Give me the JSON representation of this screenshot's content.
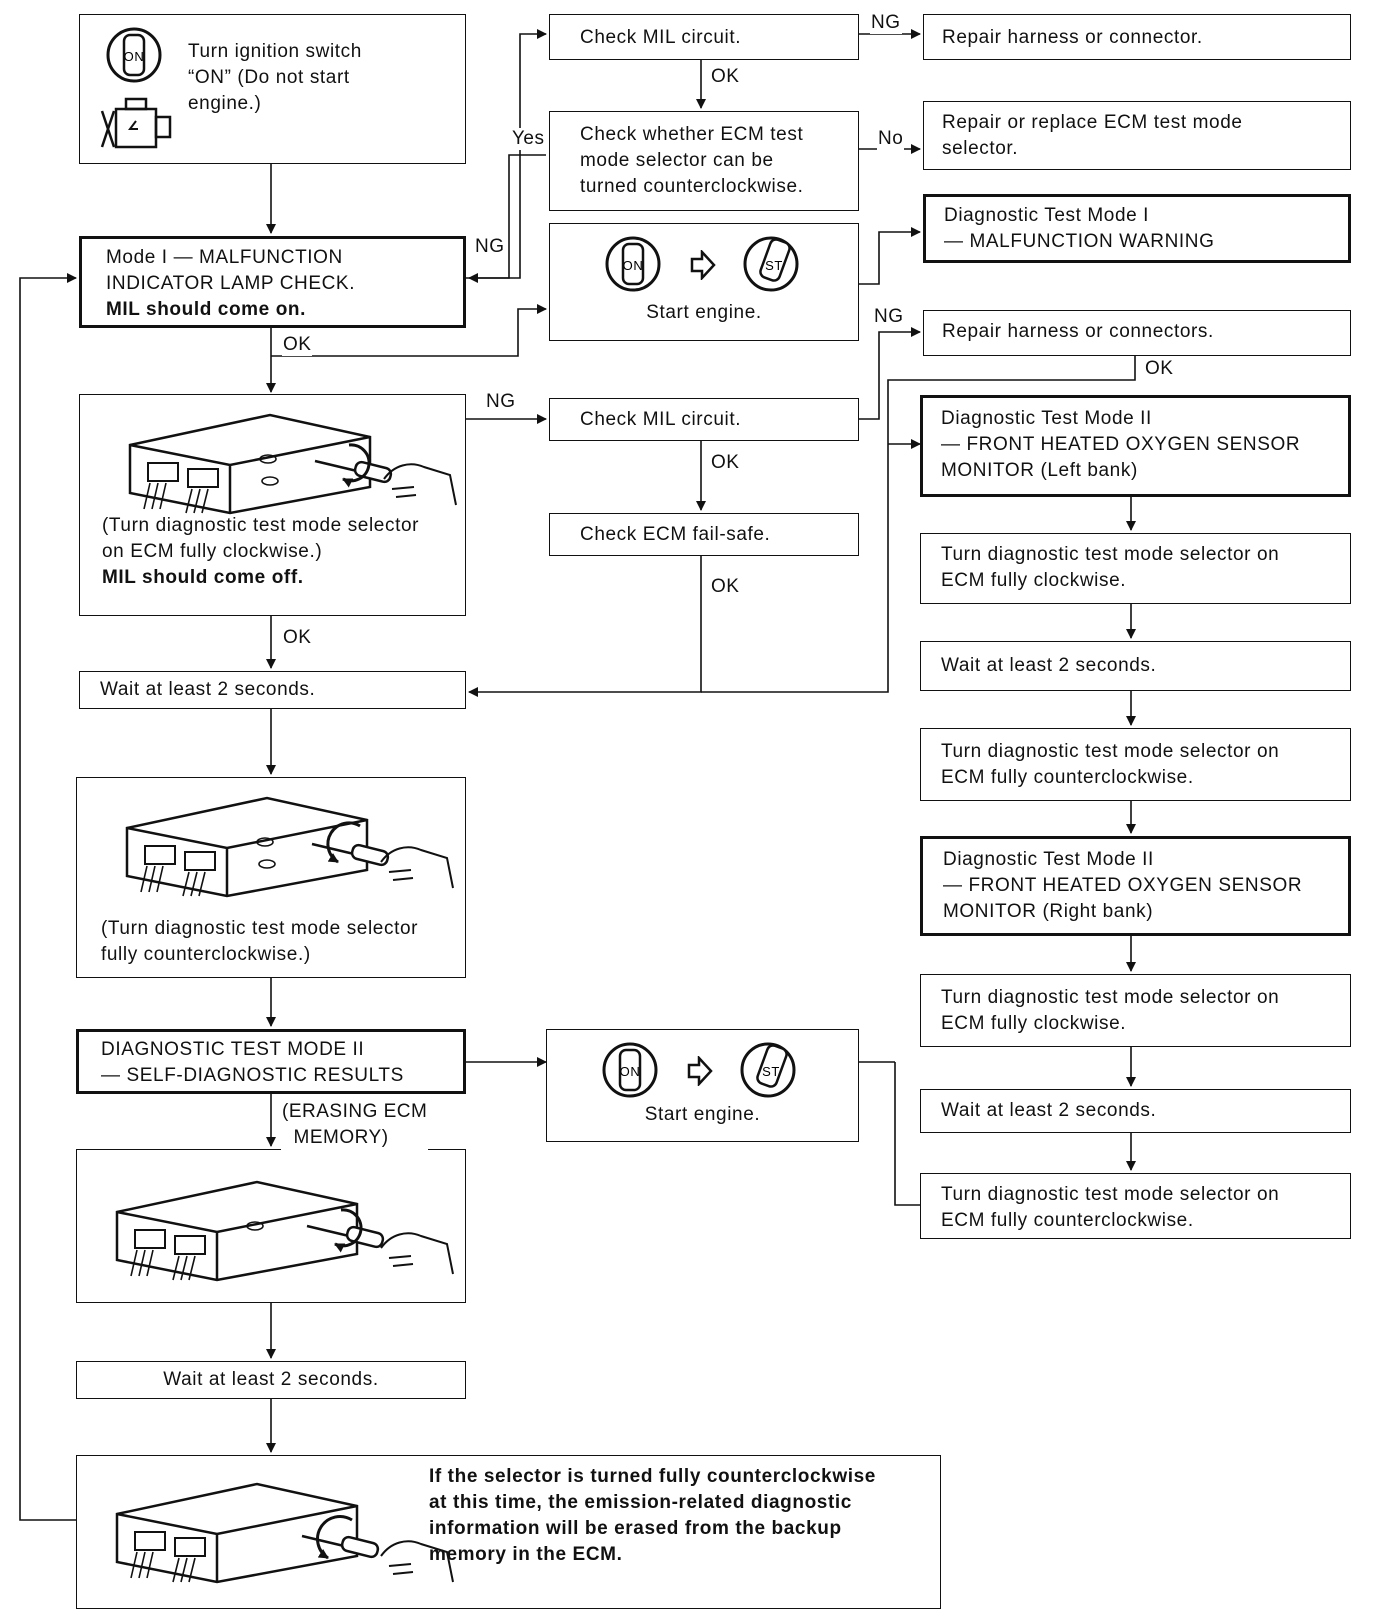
{
  "steps": {
    "ign_on": "Turn ignition switch\n“ON” (Do not start\nengine.)",
    "mode1_check": "Mode I — MALFUNCTION\nINDICATOR LAMP CHECK.",
    "mode1_should": "MIL should come on.",
    "mil_circuit_1": "Check MIL circuit.",
    "repair_harness_1": "Repair harness or connector.",
    "ecm_selector_check": "Check whether ECM test\nmode selector can be\nturned counterclockwise.",
    "repair_selector": "Repair or replace ECM test mode\nselector.",
    "start_engine_1": "Start engine.",
    "diag_mode1_warning": "Diagnostic Test Mode I\n— MALFUNCTION WARNING",
    "repair_harness_2": "Repair harness or connectors.",
    "turn_cw_instruction": "(Turn diagnostic test mode selector\non ECM fully clockwise.)",
    "mil_come_off": "MIL should come off.",
    "mil_circuit_2": "Check MIL circuit.",
    "ecm_failsafe": "Check ECM fail-safe.",
    "wait_1": "Wait at least 2 seconds.",
    "turn_ccw_instruction": "(Turn diagnostic test mode selector\nfully counterclockwise.)",
    "mode2_self_diag": "DIAGNOSTIC TEST MODE II\n— SELF-DIAGNOSTIC RESULTS",
    "start_engine_2": "Start engine.",
    "wait_2": "Wait at least 2 seconds.",
    "erase_warning": "If the selector is turned fully counterclockwise\nat this time, the emission-related diagnostic\ninformation will be erased from the backup\nmemory in the ECM.",
    "o2_left": "Diagnostic Test Mode II\n— FRONT HEATED OXYGEN SENSOR\n    MONITOR (Left bank)",
    "r_turn_cw_1": "Turn diagnostic test mode selector on\nECM fully clockwise.",
    "r_wait_1": "Wait at least 2 seconds.",
    "r_turn_ccw_1": "Turn diagnostic test mode selector on\nECM fully counterclockwise.",
    "o2_right": "Diagnostic Test Mode II\n— FRONT HEATED OXYGEN SENSOR\nMONITOR (Right bank)",
    "r_turn_cw_2": "Turn diagnostic test mode selector on\nECM fully clockwise.",
    "r_wait_2": "Wait at least 2 seconds.",
    "r_turn_ccw_2": "Turn diagnostic test mode selector on\nECM fully counterclockwise."
  },
  "labels": {
    "ng": "NG",
    "ok": "OK",
    "yes": "Yes",
    "no": "No",
    "erasing": "(ERASING ECM\n  MEMORY)",
    "key_on": "ON",
    "key_st": "ST"
  },
  "icons": [
    "ignition-key-icon",
    "engine-icon",
    "ecm-unit-icon",
    "screwdriver-icon",
    "hand-icon",
    "arrow-right-icon"
  ]
}
